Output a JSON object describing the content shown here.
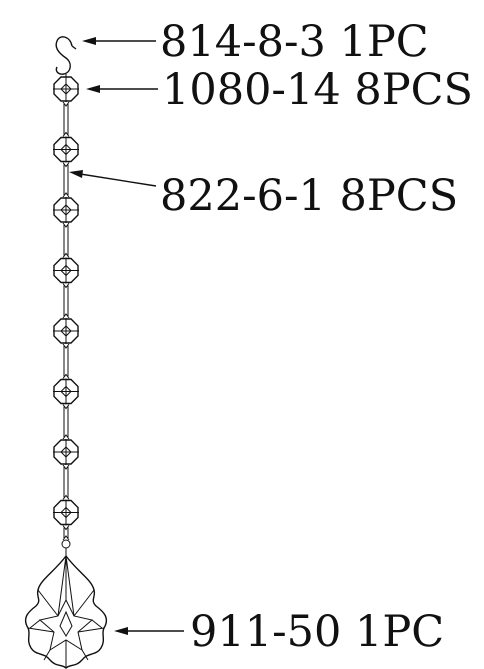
{
  "colors": {
    "line": "#111111",
    "background": "#ffffff"
  },
  "callouts": [
    {
      "id": "hook",
      "text": "814-8-3 1PC"
    },
    {
      "id": "octagon-bead",
      "text": "1080-14 8PCS"
    },
    {
      "id": "pin-connector",
      "text": "822-6-1 8PCS"
    },
    {
      "id": "pendant",
      "text": "911-50 1PC"
    }
  ],
  "assembly": {
    "octagon_count": 8,
    "pendant_count": 1,
    "hook_count": 1
  }
}
